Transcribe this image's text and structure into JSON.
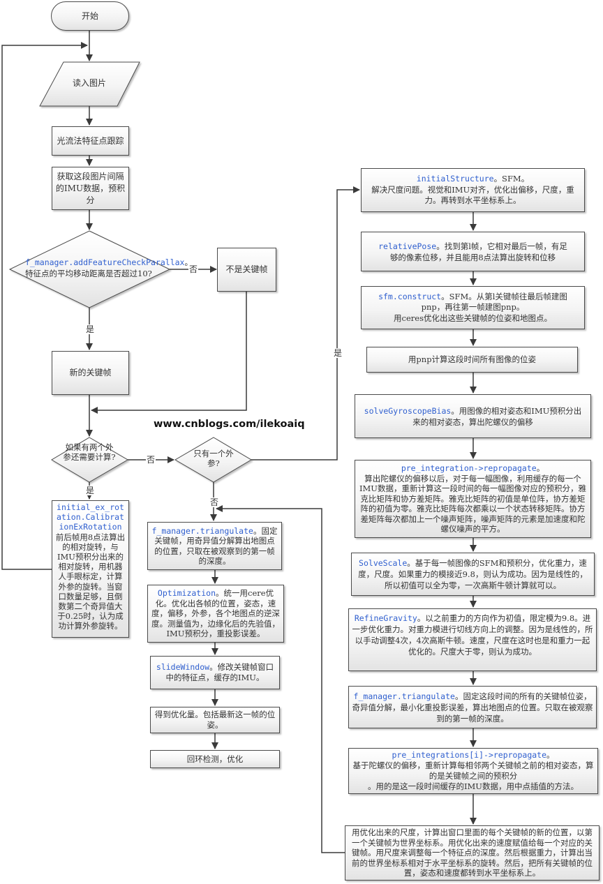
{
  "start": {
    "label": "开始"
  },
  "read_image": {
    "label": "读入图片"
  },
  "optical_flow": {
    "label": "光流法特征点跟踪"
  },
  "imu_preintegrate": {
    "label": "获取这段图片间隔的IMU数据，预积分"
  },
  "parallax_check": {
    "code": "f_manager.addFeatureCheckParallax",
    "text": "。特征点的平均移动距离是否超过10?"
  },
  "not_keyframe": {
    "label": "不是关键帧"
  },
  "new_keyframe": {
    "label": "新的关键帧"
  },
  "two_extrinsics": {
    "label": "如果有两个外参还需要计算?"
  },
  "one_extrinsic": {
    "label": "只有一个外参?"
  },
  "ex_rotation": {
    "code": "initial_ex_rotation.CalibrationExRotation",
    "text": "前后帧用8点法算出的相对旋转，与IMU预积分出来的相对旋转，用机器人手眼标定，计算外参的旋转。当窗口数量足够，且倒数第二个奇异值大于0.25时，认为成功计算外参旋转。"
  },
  "triangulate_left": {
    "code": "f_manager.triangulate",
    "text": "。固定关键帧，用奇异值分解算出地图点的位置，只取在被观察到的第一帧的深度。"
  },
  "optimization": {
    "code": "Optimization",
    "text": "。统一用cere优化。优化出各帧的位置，姿态，速度，偏移，外参，各个地图点的逆深度。测量值为，边缘化后的先验值，IMU预积分，重投影误差。"
  },
  "slide_window": {
    "code": "slideWindow",
    "text": "。修改关键帧窗口中的特征点，缓存的IMU。"
  },
  "get_result": {
    "label": "得到优化量。包括最新这一帧的位姿。"
  },
  "loop_closure": {
    "label": "回环检测，优化"
  },
  "initial_structure": {
    "code": "initialStructure",
    "text1": "。SFM。",
    "text2": "解决尺度问题。视觉和IMU对齐，优化出偏移，尺度，重力。再转到水平坐标系上。"
  },
  "relative_pose": {
    "code": "relativePose",
    "text": "。找到第l帧，它相对最后一帧，有足够的像素位移，并且能用8点法算出旋转和位移"
  },
  "sfm_construct": {
    "code": "sfm.construct",
    "text1": "。SFM。从第l关键帧往最后帧建图pnp，再往第一帧建图pnp。",
    "text2": "用ceres优化出这些关键帧的位姿和地图点。"
  },
  "pnp_all": {
    "label": "用pnp计算这段时间所有图像的位姿"
  },
  "gyro_bias": {
    "code": "solveGyroscopeBias",
    "text": "。用图像的相对姿态和IMU预积分出来的相对姿态，算出陀螺仪的偏移"
  },
  "repropagate": {
    "code": "pre_integration->repropagate",
    "text1": "。",
    "text2": "算出陀螺仪的偏移以后，对于每一幅图像，利用缓存的每一个IMU数据，重新计算这一段时间的每一幅图像对应的预积分，雅克比矩阵和协方差矩阵。雅克比矩阵的初值是单位阵，协方差矩阵的初值为零。雅克比矩阵每次都乘以一个状态转移矩阵。协方差矩阵每次都加上一个噪声矩阵，噪声矩阵的元素是加速度和陀螺仪噪声的平方。"
  },
  "solve_scale": {
    "code": "SolveScale",
    "text": "。基于每一帧图像的SFM和预积分，优化重力，速度，尺度。如果重力的模接近9.8，则认为成功。因为是线性的，所以初值可以全为零，一次高斯牛顿计算就可以。"
  },
  "refine_gravity": {
    "code": "RefineGravity",
    "text": "。以之前重力的方向作为初值，限定模为9.8。进一步优化重力。对重力模进行切线方向上的调整。因为是线性的，所以手动调整4次，4次高斯牛顿。速度，尺度在这时也是和重力一起优化的。尺度大于零，则认为成功。"
  },
  "triangulate_right": {
    "code": "f_manager.triangulate",
    "text": "。固定这段时间的所有的关键帧位姿，奇异值分解，最小化重投影误差，算出地图点的位置。只取在被观察到的第一帧的深度。"
  },
  "repropagate_all": {
    "code": "pre_integrations[i]->repropagate",
    "text1": "。",
    "text2": "基于陀螺仪的偏移，重新计算每相邻两个关键帧之前的相对姿态，算的是关键帧之间的预积分",
    "text3": "。用的是这一段时间缓存的IMU数据，用中点插值的方法。"
  },
  "world_frame": {
    "label": "用优化出来的尺度，计算出窗口里面的每个关键帧的新的位置，以第一个关键帧为世界坐标系。用优化出来的速度赋值给每一个对应的关键帧。用尺度来调整每一个特征点的深度。然后根据重力，计算出当前的世界坐标系相对于水平坐标系的旋转。然后，把所有关键帧的位置，姿态和速度都转到水平坐标系上。"
  },
  "edge_labels": {
    "no": "否",
    "yes": "是"
  },
  "watermark": "www.cnblogs.com/ilekoaiq"
}
